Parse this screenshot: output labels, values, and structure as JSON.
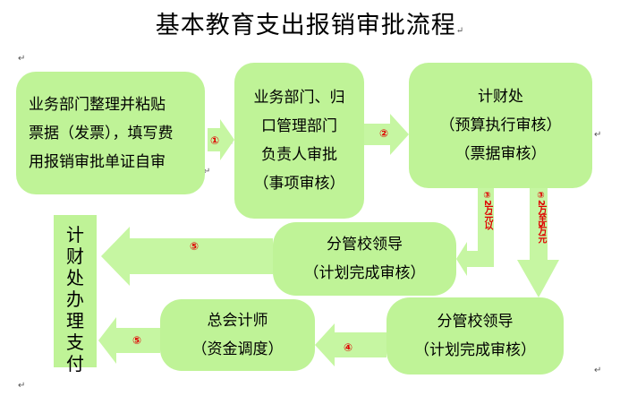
{
  "title": "基本教育支出报销审批流程",
  "return_mark": "↵",
  "colors": {
    "box_fill": "#bff397",
    "arrow_fill": "#c6f6a2",
    "step_red": "#e00000"
  },
  "nodes": {
    "dept_prepare": {
      "lines": [
        "业务部门整理并粘贴",
        "票据（发票），填写费",
        "用报销审批单证自审"
      ]
    },
    "dept_head": {
      "lines": [
        "业务部门、归",
        "口管理部门",
        "负责人审批",
        "（事项审核）"
      ]
    },
    "finance": {
      "lines": [
        "计财处",
        "（预算执行审核）",
        "（票据审核）"
      ]
    },
    "vp_small": {
      "lines": [
        "分管校领导",
        "（计划完成审核）"
      ]
    },
    "vp_large": {
      "lines": [
        "分管校领导",
        "（计划完成审核）"
      ]
    },
    "chief_acct": {
      "lines": [
        "总会计师",
        "（资金调度）"
      ]
    },
    "pay": {
      "chars": [
        "计",
        "财",
        "处",
        "办",
        "理",
        "支",
        "付"
      ]
    }
  },
  "steps": {
    "s1": "①",
    "s2": "②",
    "s3a": "③2万元以",
    "s3b": "③2万至5万元",
    "s4": "④",
    "s5a": "⑤",
    "s5b": "⑤"
  }
}
